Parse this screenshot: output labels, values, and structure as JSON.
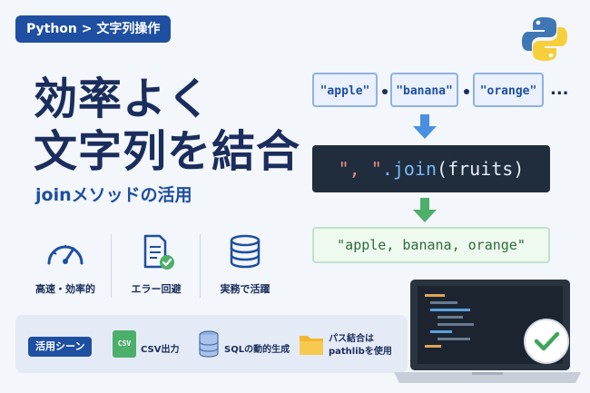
{
  "breadcrumb": "Python > 文字列操作",
  "title_line1": "効率よく",
  "title_line2": "文字列を結合",
  "subtitle": "joinメソッドの活用",
  "features": [
    {
      "icon": "speedometer-icon",
      "label": "高速・効率的"
    },
    {
      "icon": "document-check-icon",
      "label": "エラー回避"
    },
    {
      "icon": "database-icon",
      "label": "実務で活躍"
    }
  ],
  "usecases": {
    "chip": "活用シーン",
    "items": [
      {
        "icon": "csv-file-icon",
        "icon_text": "CSV",
        "label": "CSV出力"
      },
      {
        "icon": "database-icon",
        "label": "SQLの動的生成"
      },
      {
        "icon": "folder-icon",
        "label_line1": "パス結合は",
        "label_line2": "pathlibを使用"
      }
    ]
  },
  "diagram": {
    "strings": [
      "\"apple\"",
      "\"banana\"",
      "\"orange\""
    ],
    "ellipsis": "...",
    "code": {
      "separator": "\", \"",
      "method": ".join",
      "args": "(fruits)"
    },
    "result": "\"apple, banana, orange\""
  },
  "colors": {
    "brand": "#1e4fa1",
    "navy": "#1a2d5c",
    "code_bg": "#1f2d3d",
    "accent_blue": "#4a90e2",
    "accent_green": "#4caf6a"
  }
}
